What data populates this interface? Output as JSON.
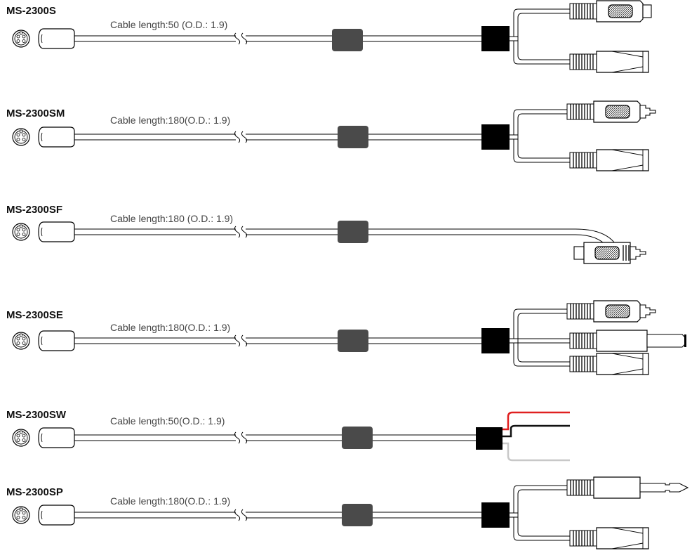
{
  "cables": [
    {
      "model": "MS-2300S",
      "length": "Cable length:50 (O.D.: 1.9)"
    },
    {
      "model": "MS-2300SM",
      "length": "Cable length:180(O.D.: 1.9)"
    },
    {
      "model": "MS-2300SF",
      "length": "Cable length:180 (O.D.: 1.9)"
    },
    {
      "model": "MS-2300SE",
      "length": "Cable length:180(O.D.: 1.9)"
    },
    {
      "model": "MS-2300SW",
      "length": "Cable length:50(O.D.: 1.9)"
    },
    {
      "model": "MS-2300SP",
      "length": "Cable length:180(O.D.: 1.9)"
    }
  ],
  "colors": {
    "ferrite": "#4a4a4a",
    "junction": "#000000",
    "wire_red": "#e02020",
    "wire_black": "#111111",
    "wire_white": "#c8c8c8"
  }
}
